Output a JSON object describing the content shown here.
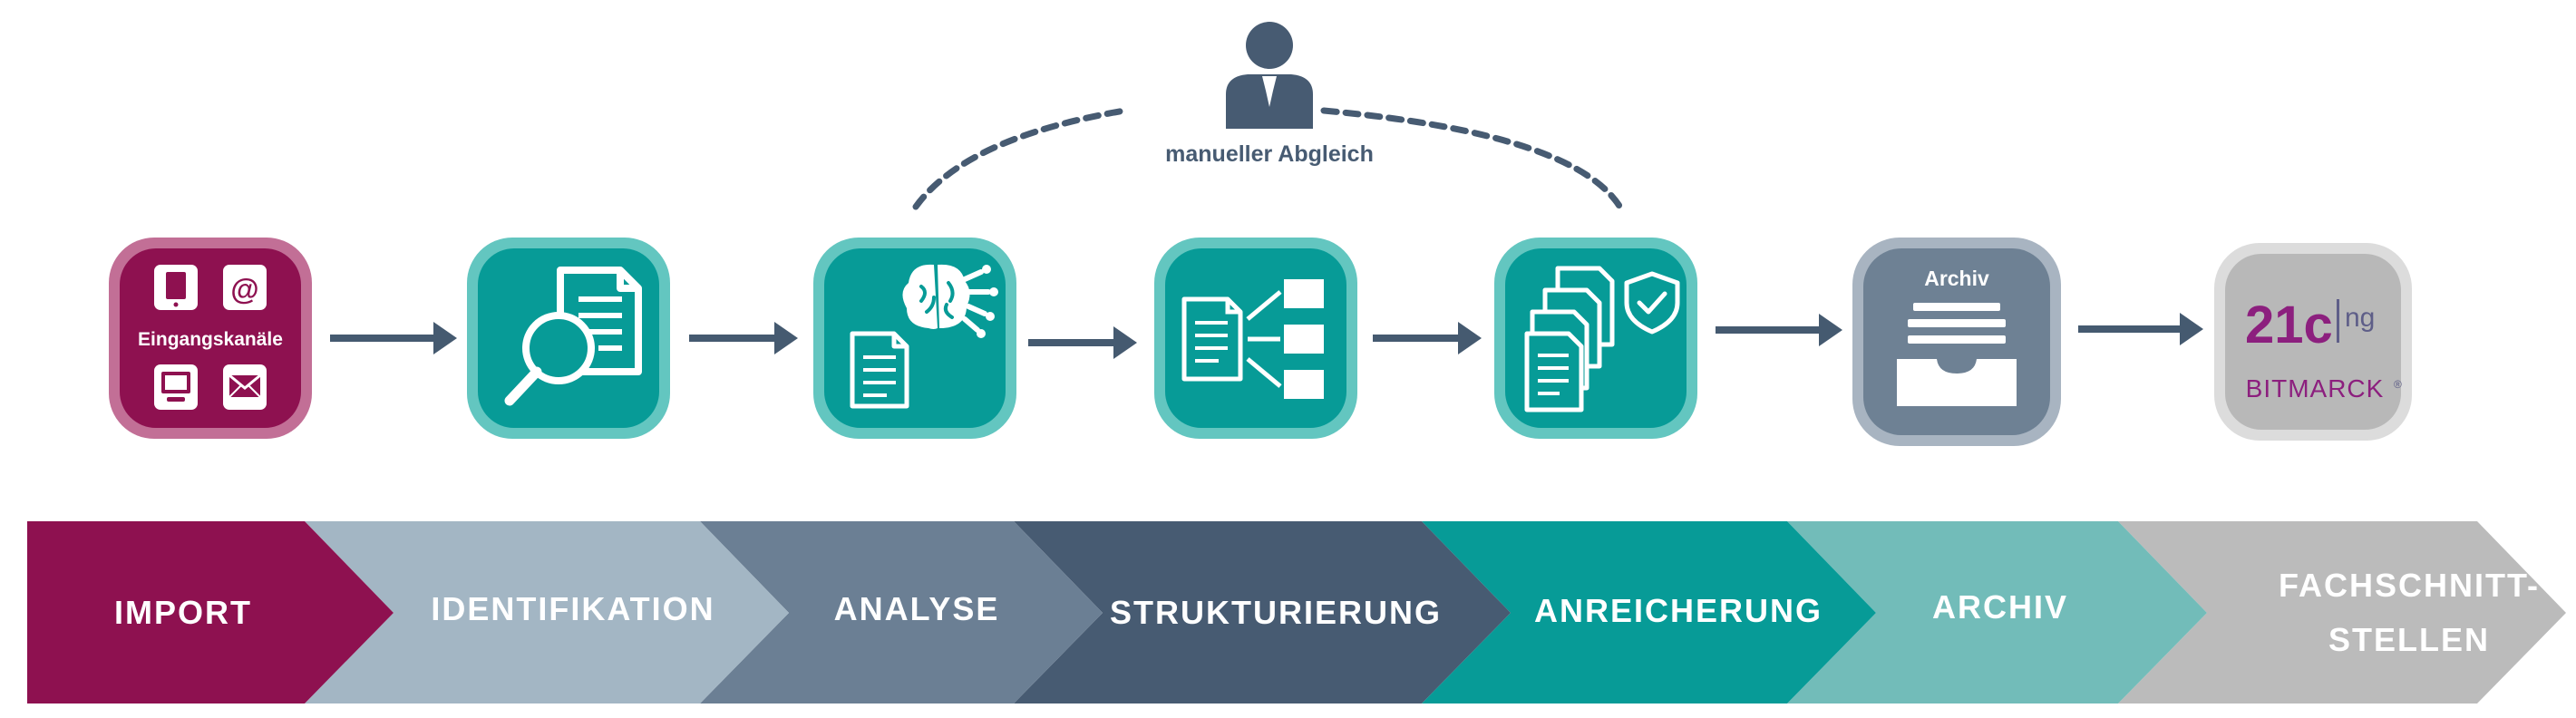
{
  "manual_review": {
    "label": "manueller Abgleich"
  },
  "import_tile": {
    "label": "Eingangskanäle",
    "at_symbol": "@"
  },
  "archive_tile": {
    "label": "Archiv"
  },
  "interfaces_tile": {
    "logo_main": "21c",
    "logo_sup": "ng",
    "logo_brand": "BITMARCK",
    "logo_reg": "®"
  },
  "stages": [
    {
      "line1": "IMPORT",
      "line2": ""
    },
    {
      "line1": "IDENTIFIKATION",
      "line2": ""
    },
    {
      "line1": "ANALYSE",
      "line2": ""
    },
    {
      "line1": "STRUKTURIERUNG",
      "line2": ""
    },
    {
      "line1": "ANREICHERUNG",
      "line2": ""
    },
    {
      "line1": "ARCHIV",
      "line2": ""
    },
    {
      "line1": "FACHSCHNITT-",
      "line2": "STELLEN"
    }
  ],
  "colors": {
    "magenta": "#8e1150",
    "magenta_light": "#c26f96",
    "teal": "#079b97",
    "teal_light": "#63c6c0",
    "teal_pale": "#72bcb9",
    "slate_light": "#a3b6c4",
    "slate": "#6b7f94",
    "navy": "#475b72",
    "gray": "#bbbbbb",
    "arrow": "#455a70",
    "archive_tile": "#6e8194",
    "archive_border": "#a8b4c1",
    "interfaces_tile": "#b8b8b8",
    "interfaces_border": "#dcdcdc",
    "logo_purple": "#8c1f7e",
    "logo_gray": "#5e5e88"
  }
}
